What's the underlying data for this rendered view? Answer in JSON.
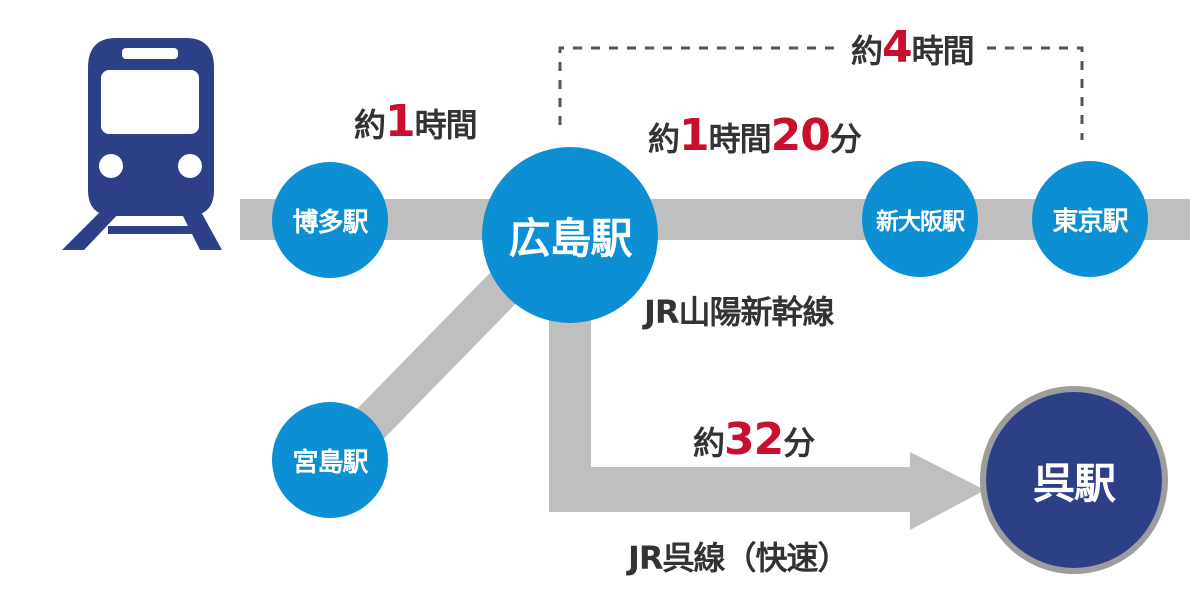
{
  "colors": {
    "track": "#bfbfbf",
    "station": "#0c8fd3",
    "destination": "#2d3f86",
    "destination_ring": "#9d9d9d",
    "train": "#2d3f86",
    "number_accent": "#c8102e",
    "text": "#333333"
  },
  "icons": {
    "train": "train-icon"
  },
  "stations": {
    "hakata": "博多駅",
    "hiroshima": "広島駅",
    "shin_osaka": "新大阪駅",
    "tokyo": "東京駅",
    "miyajima": "宮島駅",
    "kure": "呉駅"
  },
  "times": {
    "hakata_hiroshima": {
      "prefix": "約",
      "num": "1",
      "suffix": "時間"
    },
    "hiroshima_shin_osaka": {
      "prefix": "約",
      "num1": "1",
      "mid": "時間",
      "num2": "20",
      "suffix": "分"
    },
    "hiroshima_tokyo": {
      "prefix": "約",
      "num": "4",
      "suffix": "時間"
    },
    "hiroshima_kure": {
      "prefix": "約",
      "num": "32",
      "suffix": "分"
    }
  },
  "lines": {
    "shinkansen": "JR山陽新幹線",
    "kure_line": "JR呉線（快速）"
  }
}
